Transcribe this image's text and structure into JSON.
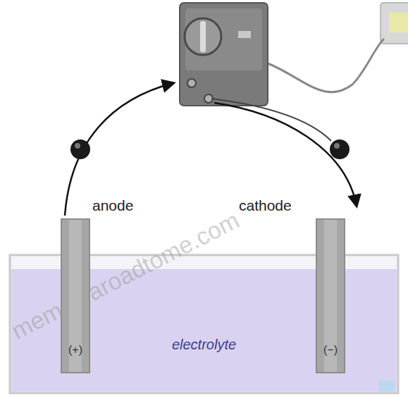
{
  "diagram": {
    "nodes": [
      {
        "text": [
          "electrolyte"
        ]
      },
      {
        "text": [
          "anode",
          "(+)"
        ]
      },
      {
        "text": [
          "cathode",
          "(−)"
        ]
      }
    ],
    "labels": [
      "memoir.aroadtome.com"
    ]
  }
}
